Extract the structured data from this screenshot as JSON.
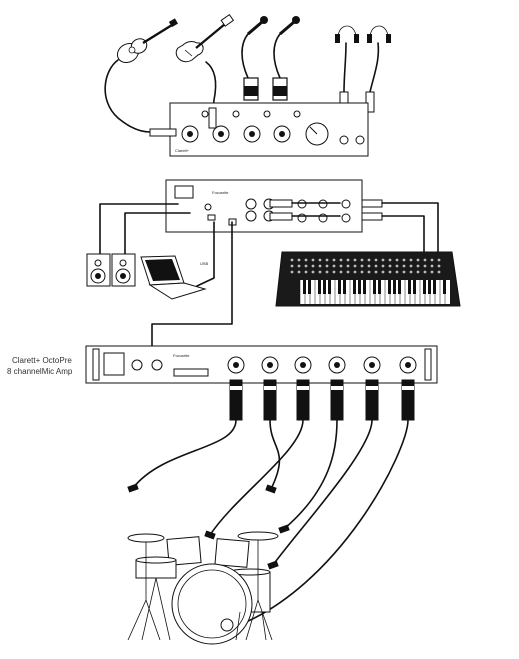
{
  "labels": {
    "octopre_line1": "Clarett+ OctoPre",
    "octopre_line2": "8 channelMic Amp",
    "usb": "USB",
    "brand_top": "Clarett+",
    "brand_mid": "Focusrite",
    "brand_rack": "Focusrite"
  },
  "icons": {
    "acoustic_guitar": "acoustic-guitar-icon",
    "electric_guitar": "electric-guitar-icon",
    "microphone": "microphone-icon",
    "headphones": "headphones-icon",
    "speaker": "studio-monitor-icon",
    "laptop": "laptop-icon",
    "synth": "synthesizer-keyboard-icon",
    "drums": "drum-kit-icon"
  }
}
